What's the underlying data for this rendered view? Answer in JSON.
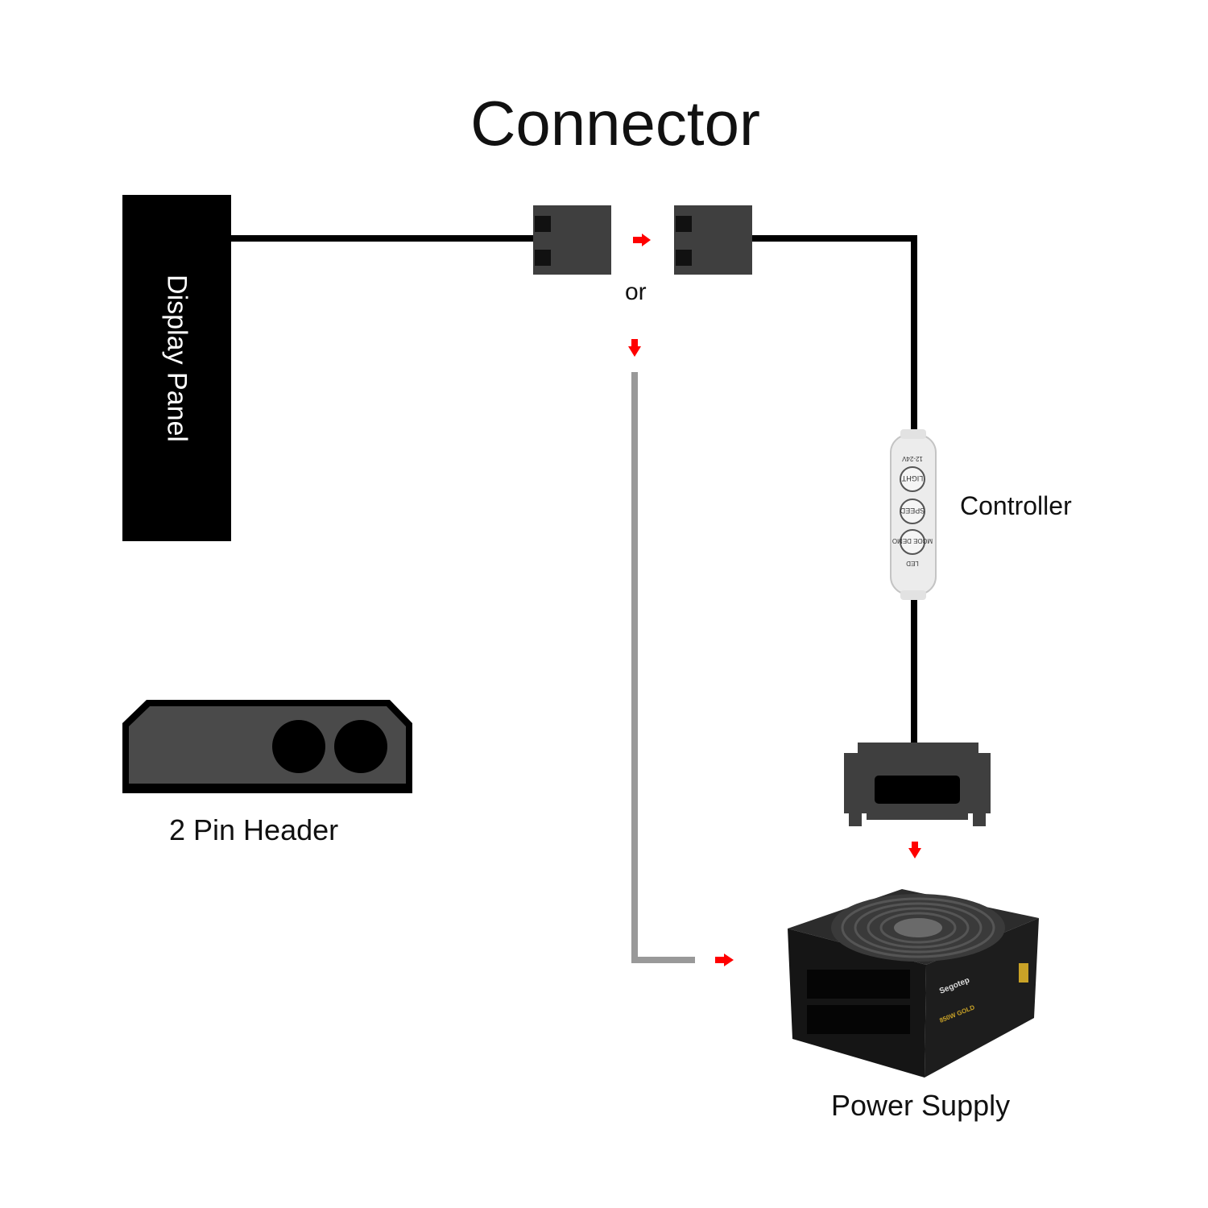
{
  "title": "Connector",
  "display_panel": {
    "label": "Display Panel"
  },
  "connector_alternative": {
    "label": "or"
  },
  "controller": {
    "label": "Controller",
    "buttons": [
      "LIGHT",
      "SPEED",
      "MODE DEMO"
    ],
    "voltage": "12-24V",
    "led_marking": "LED"
  },
  "pin_header": {
    "label": "2 Pin Header"
  },
  "power_supply": {
    "label": "Power Supply",
    "brand": "Segotep",
    "model": "850W GOLD"
  },
  "colors": {
    "wire": "#000000",
    "alt_wire": "#999999",
    "connector": "#3f3f3f",
    "arrow": "#ff0000"
  }
}
